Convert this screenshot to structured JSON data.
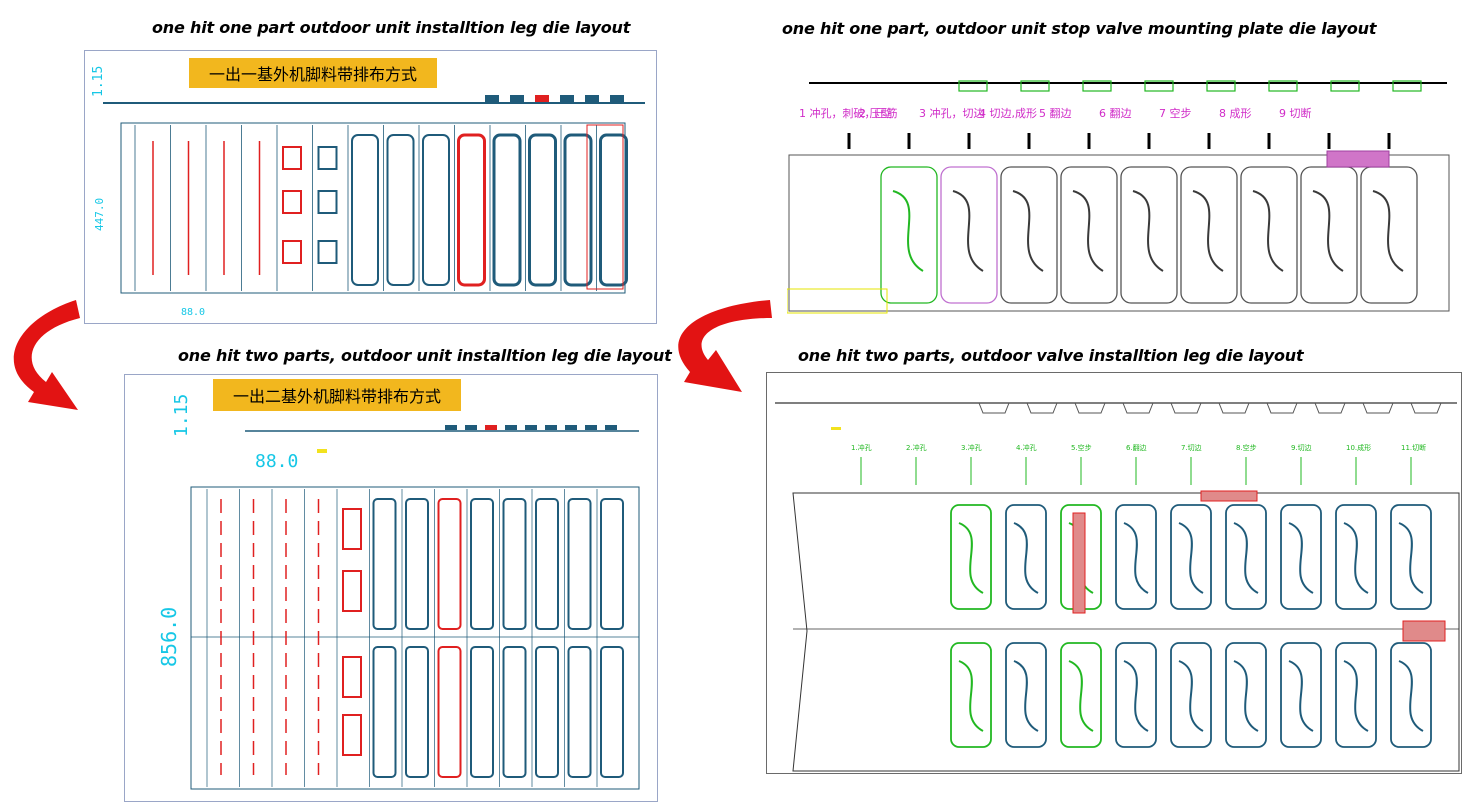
{
  "titles": {
    "tl": "one hit one  part outdoor unit installtion leg die layout",
    "bl": "one hit two parts, outdoor unit installtion leg die layout",
    "tr": "one hit one part, outdoor unit stop valve mounting plate die layout",
    "br": "one hit two parts, outdoor valve installtion leg die layout"
  },
  "banners": {
    "tl": "一出一基外机脚料带排布方式",
    "bl": "一出二基外机脚料带排布方式"
  },
  "dims": {
    "tl_thickness": "1.15",
    "tl_width": "447.0",
    "tl_pitch": "88.0",
    "bl_thickness": "1.15",
    "bl_pitch": "88.0",
    "bl_width": "856.0"
  },
  "tr_stations": [
    "1 冲孔，刺破，压筋",
    "2 压型",
    "3 冲孔，切边",
    "4 切边,成形",
    "5 翻边",
    "6 翻边",
    "7 空步",
    "8 成形",
    "9 切断"
  ],
  "br_stations": [
    "1.冲孔",
    "2.冲孔",
    "3.冲孔",
    "4.冲孔",
    "5.空步",
    "6.翻边",
    "7.切边",
    "8.空步",
    "9.切边",
    "10.成形",
    "11.切断"
  ],
  "colors": {
    "part_blue": "#1f5b7a",
    "scrap_red": "#e02020",
    "arrow_red": "#e21313",
    "dim_cyan": "#16c7e6",
    "station_magenta": "#d02cc8",
    "green": "#22b822",
    "banner": "#f2b71e"
  },
  "icons": [
    "curved-arrow-icon",
    "curved-arrow-icon"
  ]
}
